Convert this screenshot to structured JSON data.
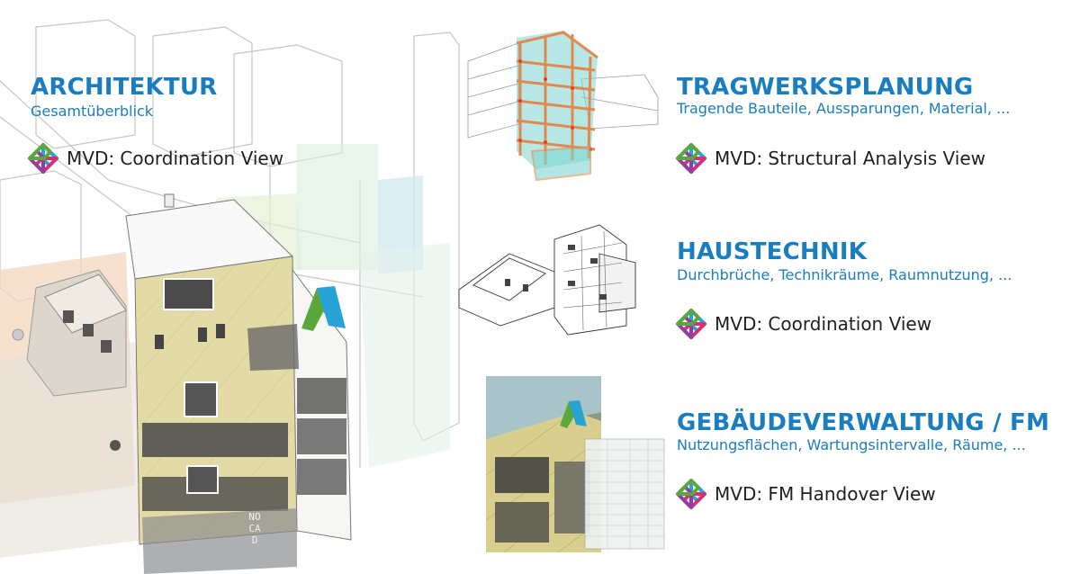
{
  "sections": {
    "architektur": {
      "title": "ARCHITEKTUR",
      "subtitle": "Gesamtüberblick",
      "mvd": "MVD: Coordination View"
    },
    "tragwerk": {
      "title": "TRAGWERKSPLANUNG",
      "subtitle": "Tragende Bauteile, Aussparungen, Material, ...",
      "mvd": "MVD: Structural Analysis View"
    },
    "haustechnik": {
      "title": "HAUSTECHNIK",
      "subtitle": "Durchbrüche, Technikräume, Raumnutzung, ...",
      "mvd": "MVD: Coordination View"
    },
    "fm": {
      "title": "GEBÄUDEVERWALTUNG / FM",
      "subtitle": "Nutzungsflächen, Wartungsintervalle, Räume, ...",
      "mvd": "MVD: FM Handover View"
    }
  },
  "building_sign": "NO CA D",
  "colors": {
    "heading": "#1a7dc0",
    "facade": "#e3dba6",
    "structure_orange": "#e08a50",
    "structure_cyan": "#7ed6d0",
    "logo_cyan": "#27a3d6",
    "logo_green": "#5aa83c",
    "logo_purple": "#8e3fa0",
    "logo_magenta": "#d6307a"
  },
  "icons": {
    "ifc_logo": "ifc-logo-icon",
    "brand_mark": "allplan-a-icon"
  }
}
